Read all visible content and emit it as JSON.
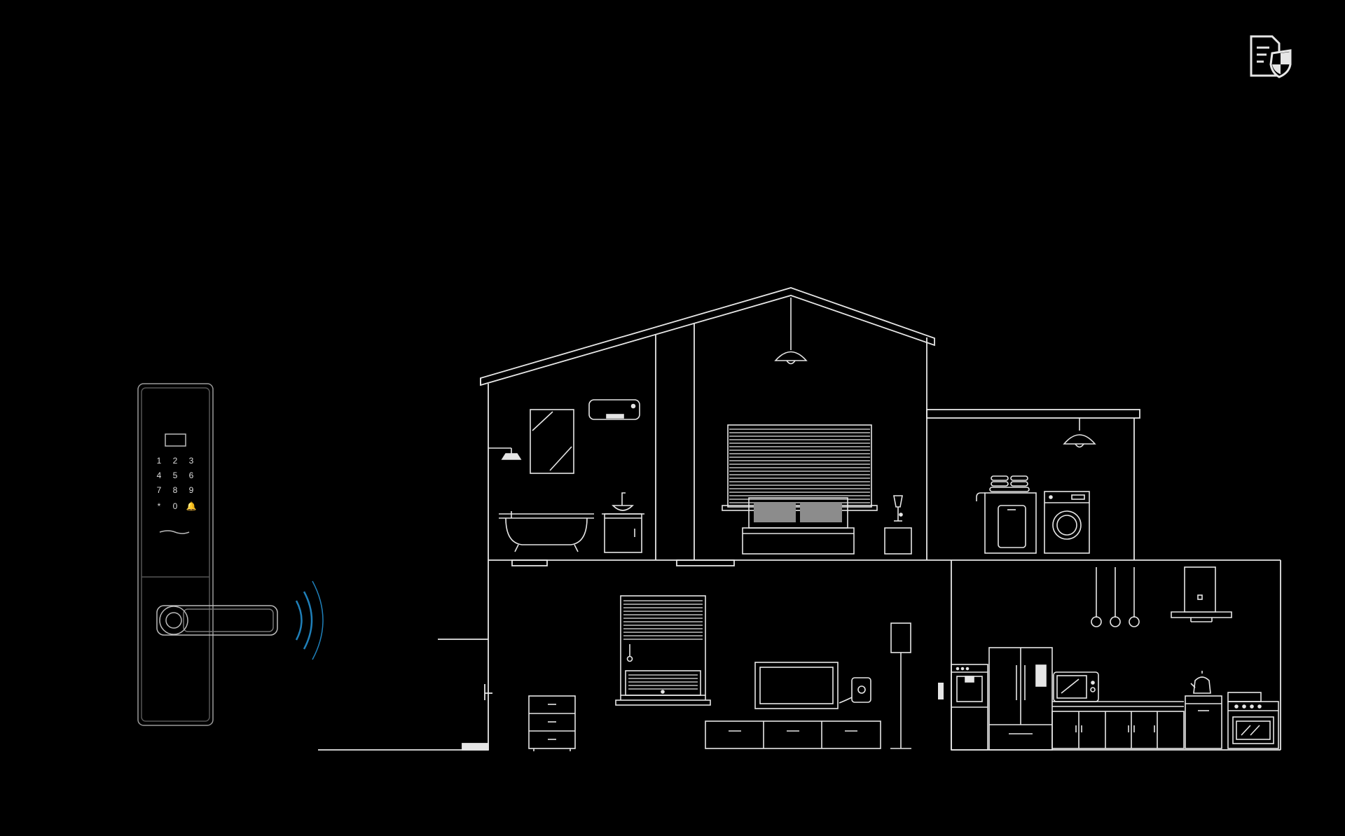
{
  "scene": {
    "background": "#000000",
    "line_color": "#e6e6e6",
    "dim_line_color": "#9a9a9a",
    "signal_color": "#1f7fb8",
    "fill_gray": "#8c8c8c"
  },
  "lock": {
    "keypad_rows": [
      [
        "1",
        "2",
        "3"
      ],
      [
        "4",
        "5",
        "6"
      ],
      [
        "7",
        "8",
        "9"
      ],
      [
        "*",
        "0",
        "🔔"
      ]
    ]
  },
  "icons": {
    "top_right": "document-shield-icon",
    "signal": "wireless-signal-icon"
  }
}
